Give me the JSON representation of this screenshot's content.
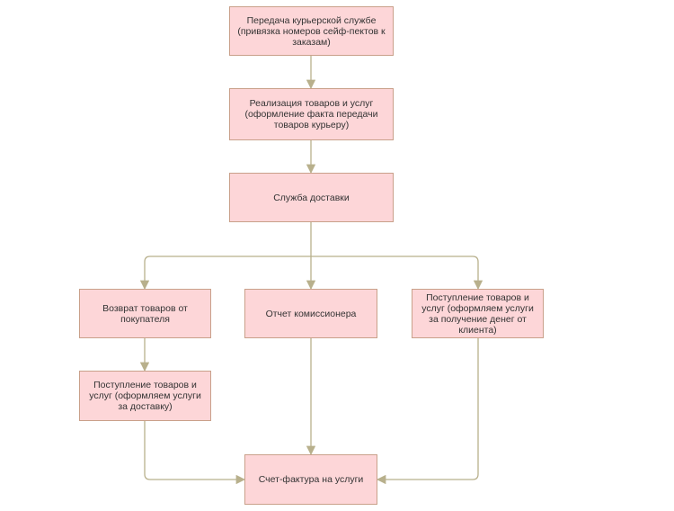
{
  "colors": {
    "node_fill": "#fdd6d8",
    "node_border": "#c9a08a",
    "connector": "#b8b08c",
    "text": "#333333"
  },
  "nodes": {
    "courier": "Передача курьерской службе (привязка номеров сейф-пектов к заказам)",
    "sales": "Реализация товаров и услуг (оформление факта передачи товаров курьеру)",
    "delivery": "Служба доставки",
    "return": "Возврат товаров от покупателя",
    "commission": "Отчет комиссионера",
    "receipt_money": "Поступление товаров и услуг (оформляем услуги за получение денег от клиента)",
    "receipt_delivery": "Поступление товаров и услуг (оформляем услуги за доставку)",
    "invoice": "Счет-фактура на услуги"
  }
}
